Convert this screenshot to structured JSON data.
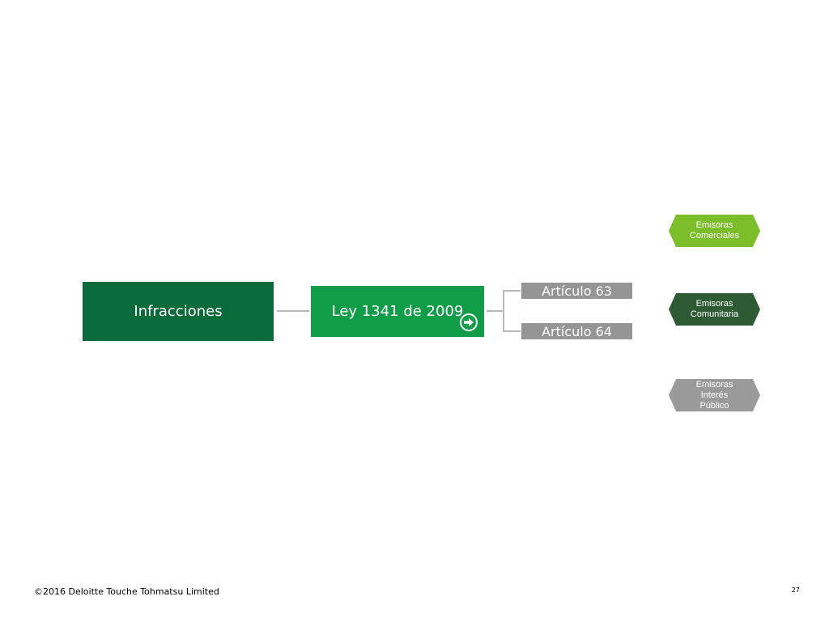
{
  "colors": {
    "main_green": "#0a6b3a",
    "law_green": "#0f9d48",
    "article_gray": "#959595",
    "line_gray": "#8c8c8c",
    "hex_light_green": "#7cbd2a",
    "hex_dark_green": "#2e5a34",
    "hex_gray": "#9a9a9a"
  },
  "diagram": {
    "root_label": "Infracciones",
    "law_label": "Ley 1341 de 2009",
    "law_icon": "arrow-right-circle-icon",
    "articles": [
      "Artículo 63",
      "Artículo 64"
    ],
    "categories": [
      {
        "line1": "Emisoras",
        "line2": "Comerciales"
      },
      {
        "line1": "Emisoras",
        "line2": "Comunitaria"
      },
      {
        "line1": "Emisoras",
        "line2": "Interés Público"
      }
    ]
  },
  "footer": {
    "copyright": "©2016 Deloitte Touche Tohmatsu Limited",
    "page_number": "27"
  }
}
